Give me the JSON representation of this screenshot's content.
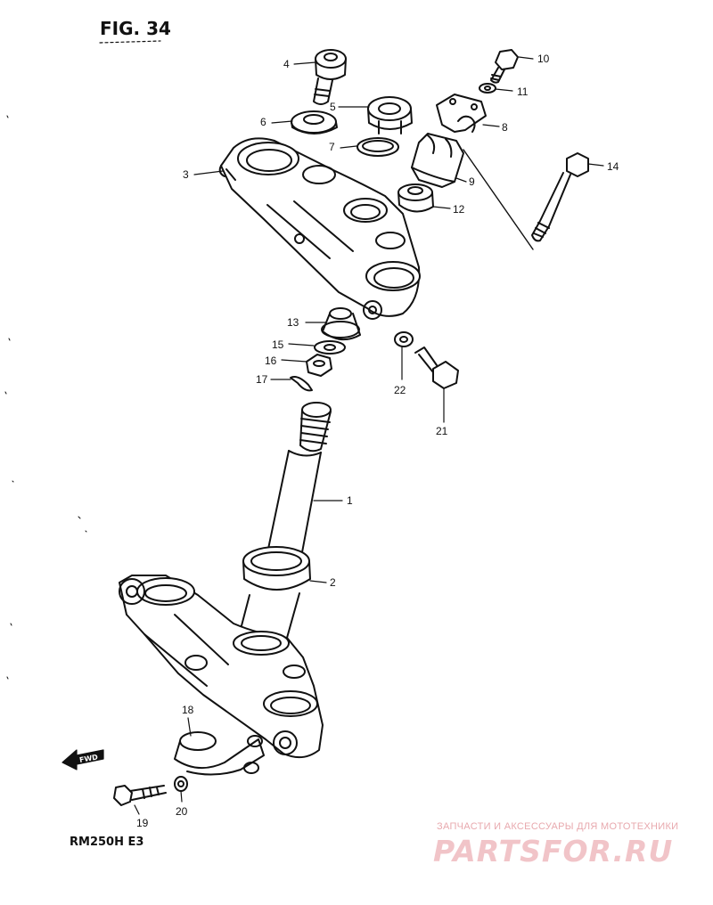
{
  "figure": {
    "title": "FIG. 34",
    "model": "RM250H  E3",
    "fwd_label": "FWD"
  },
  "callouts": [
    {
      "id": "c4",
      "label": "4"
    },
    {
      "id": "c5",
      "label": "5"
    },
    {
      "id": "c6",
      "label": "6"
    },
    {
      "id": "c7",
      "label": "7"
    },
    {
      "id": "c3",
      "label": "3"
    },
    {
      "id": "c10",
      "label": "10"
    },
    {
      "id": "c11",
      "label": "11"
    },
    {
      "id": "c8",
      "label": "8"
    },
    {
      "id": "c9",
      "label": "9"
    },
    {
      "id": "c12",
      "label": "12"
    },
    {
      "id": "c14",
      "label": "14"
    },
    {
      "id": "c13",
      "label": "13"
    },
    {
      "id": "c15",
      "label": "15"
    },
    {
      "id": "c16",
      "label": "16"
    },
    {
      "id": "c17",
      "label": "17"
    },
    {
      "id": "c22",
      "label": "22"
    },
    {
      "id": "c21",
      "label": "21"
    },
    {
      "id": "c1",
      "label": "1"
    },
    {
      "id": "c2",
      "label": "2"
    },
    {
      "id": "c18",
      "label": "18"
    },
    {
      "id": "c19",
      "label": "19"
    },
    {
      "id": "c20",
      "label": "20"
    }
  ],
  "watermark": {
    "tagline": "ЗАПЧАСТИ И АКСЕССУАРЫ ДЛЯ МОТОТЕХНИКИ",
    "brand": "PARTSFOR.RU",
    "color": "#f1c4c8"
  }
}
